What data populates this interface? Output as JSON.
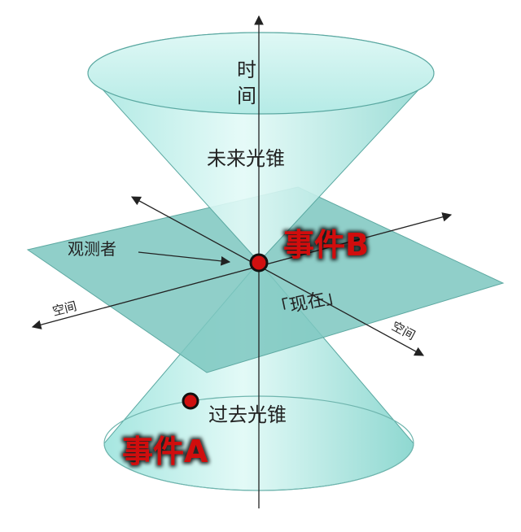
{
  "labels": {
    "time_axis_char1": "时",
    "time_axis_char2": "间",
    "future_cone": "未来光锥",
    "observer": "观测者",
    "space_left": "空间",
    "space_right": "空间",
    "now": "「现在」",
    "past_cone": "过去光锥",
    "event_b": "事件B",
    "event_a": "事件A"
  },
  "colors": {
    "cone_fill": "#bff0ec",
    "plane_fill": "#7cc7c0",
    "axis": "#222222",
    "event_dot": "#d01010",
    "event_text": "#d01010"
  }
}
